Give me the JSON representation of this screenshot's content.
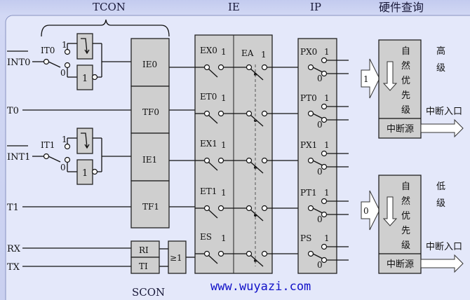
{
  "headers": {
    "tcon": "TCON",
    "ie": "IE",
    "ip": "IP",
    "query": "硬件查询",
    "scon": "SCON"
  },
  "inputs": {
    "int0": "INT0",
    "t0": "T0",
    "int1": "INT1",
    "t1": "T1",
    "rx": "RX",
    "tx": "TX"
  },
  "trigger": {
    "it0": "IT0",
    "it1": "IT1",
    "one": "1",
    "zero": "0",
    "not_gate": "1"
  },
  "tcon_flags": [
    "IE0",
    "TF0",
    "IE1",
    "TF1"
  ],
  "scon_flags": [
    "RI",
    "TI"
  ],
  "or_gate": "≥1",
  "ie_bits": [
    "EX0",
    "ET0",
    "EX1",
    "ET1",
    "ES"
  ],
  "ea": "EA",
  "ip_bits": [
    "PX0",
    "PT0",
    "PX1",
    "PT1",
    "PS"
  ],
  "high": {
    "input": "1",
    "priority_chars": [
      "自",
      "然",
      "优",
      "先",
      "级"
    ],
    "source": "中断源",
    "level_chars": [
      "高",
      "级"
    ],
    "entry": "中断入口"
  },
  "low": {
    "input": "0",
    "priority_chars": [
      "自",
      "然",
      "优",
      "先",
      "级"
    ],
    "source": "中断源",
    "level_chars": [
      "低",
      "级"
    ],
    "entry": "中断入口"
  },
  "watermark": "www.wuyazi.com"
}
